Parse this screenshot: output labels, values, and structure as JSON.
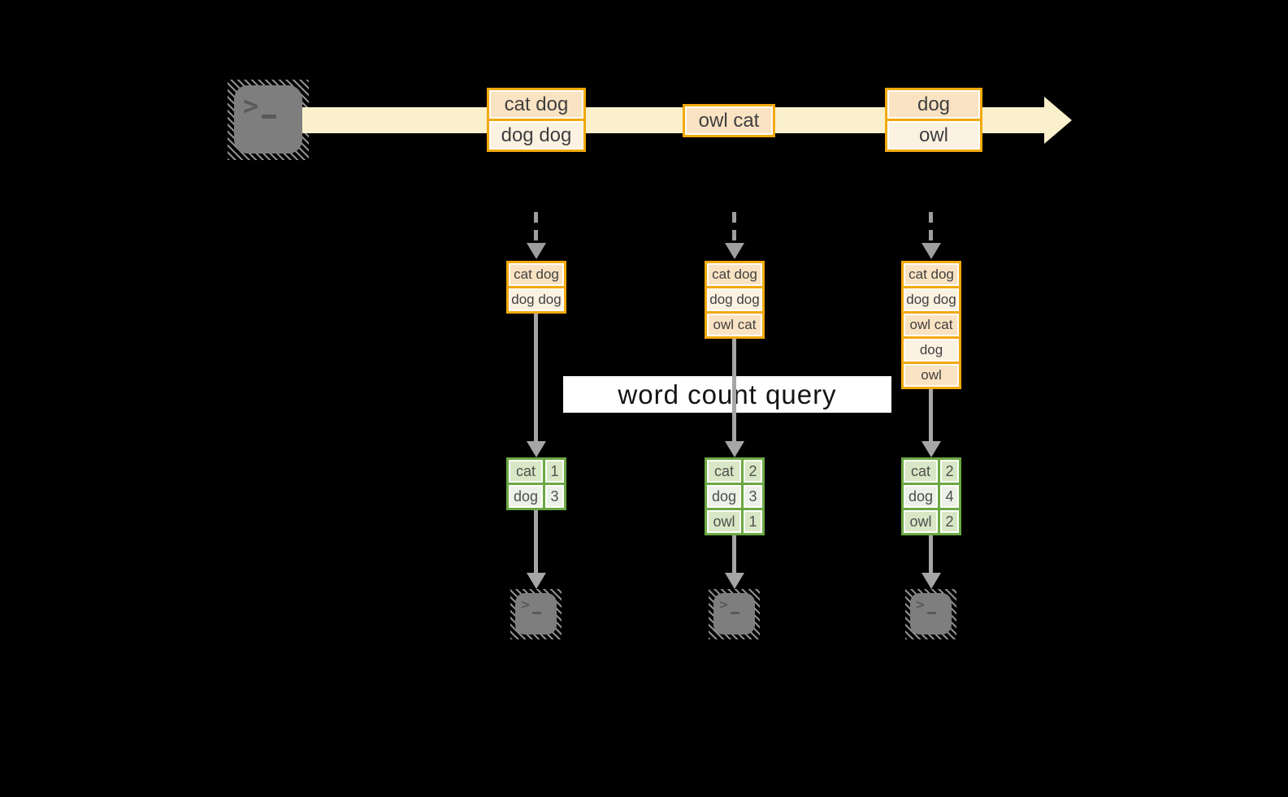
{
  "query_banner": {
    "label": "word count query"
  },
  "terminal": {
    "prompt": ">",
    "cursor": "_"
  },
  "stream": {
    "events": [
      {
        "rows": [
          "cat dog",
          "dog dog"
        ]
      },
      {
        "rows": [
          "owl cat"
        ]
      },
      {
        "rows": [
          "dog",
          "owl"
        ]
      }
    ]
  },
  "pipelines": [
    {
      "state": [
        "cat dog",
        "dog dog"
      ],
      "counts": [
        {
          "word": "cat",
          "count": "1"
        },
        {
          "word": "dog",
          "count": "3"
        }
      ]
    },
    {
      "state": [
        "cat dog",
        "dog dog",
        "owl cat"
      ],
      "counts": [
        {
          "word": "cat",
          "count": "2"
        },
        {
          "word": "dog",
          "count": "3"
        },
        {
          "word": "owl",
          "count": "1"
        }
      ]
    },
    {
      "state": [
        "cat dog",
        "dog dog",
        "owl cat",
        "dog",
        "owl"
      ],
      "counts": [
        {
          "word": "cat",
          "count": "2"
        },
        {
          "word": "dog",
          "count": "4"
        },
        {
          "word": "owl",
          "count": "2"
        }
      ]
    }
  ],
  "colors": {
    "background": "#000000",
    "stream": "#FAF1CC",
    "amber_border": "#F2A90A",
    "peach_fill": "#FAE3C3",
    "cream_fill": "#FCF2E2",
    "green_border": "#6CA844",
    "green_fill": "#D8E7C5",
    "green_fill_light": "#EDF2E6",
    "arrow_gray": "#A6A6A6",
    "icon_gray": "#7E7E7E",
    "banner_bg": "#FFFFFF"
  }
}
